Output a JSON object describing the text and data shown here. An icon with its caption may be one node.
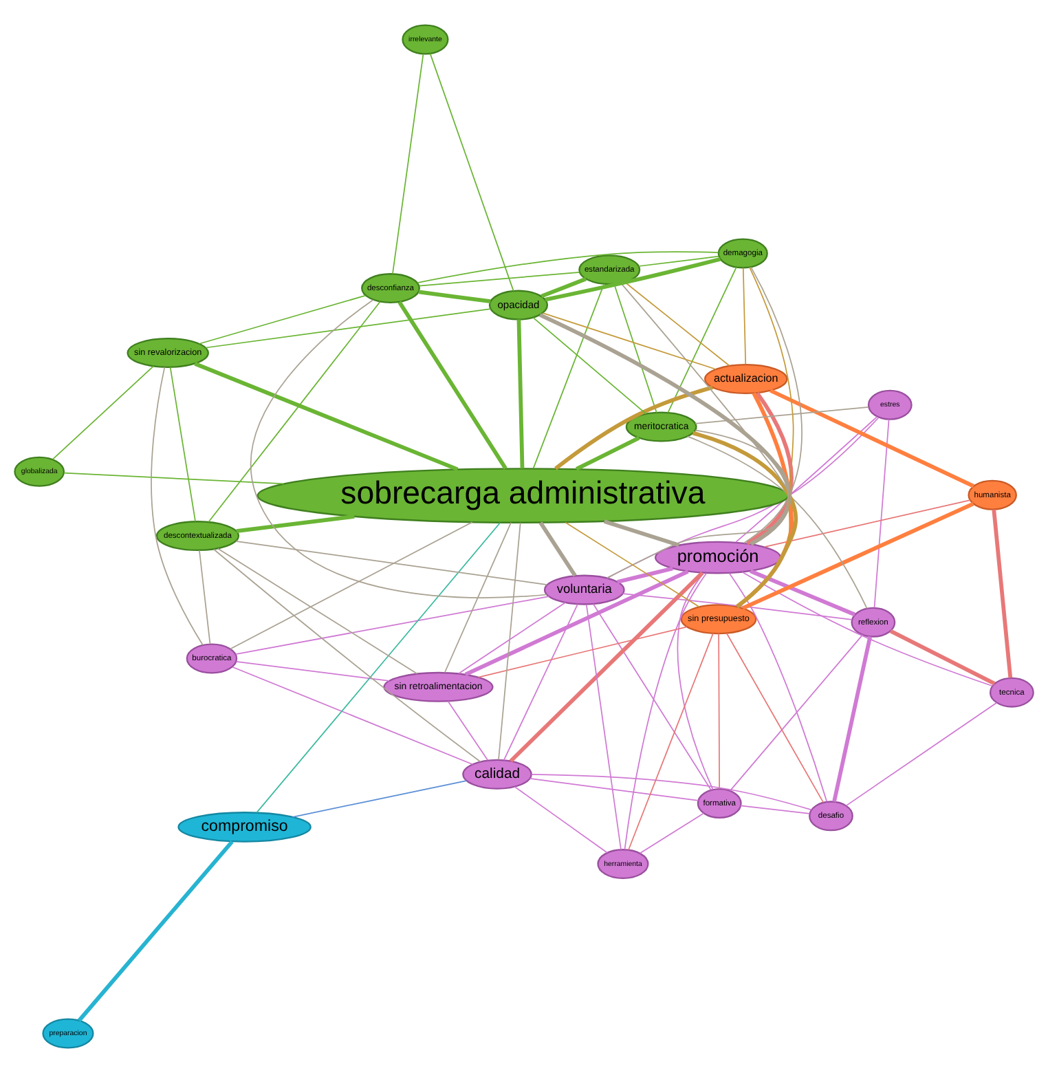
{
  "diagram": {
    "nodes": [
      {
        "text": [
          "formativa"
        ]
      },
      {
        "text": [
          "reflexion"
        ]
      },
      {
        "text": [
          "calidad"
        ]
      },
      {
        "text": [
          "herramienta"
        ]
      },
      {
        "text": [
          "desafio"
        ]
      },
      {
        "text": [
          "estres"
        ]
      },
      {
        "text": [
          "burocratica"
        ]
      },
      {
        "text": [
          "tecnica"
        ]
      },
      {
        "text": [
          "voluntaria"
        ]
      },
      {
        "text": [
          "humanista"
        ]
      },
      {
        "text": [
          "preparacion"
        ]
      },
      {
        "text": [
          "sin retroalimentacion"
        ]
      },
      {
        "text": [
          "promoción"
        ]
      },
      {
        "text": [
          "compromiso"
        ]
      },
      {
        "text": [
          "actualizacion"
        ]
      },
      {
        "text": [
          "descontextualizada"
        ]
      },
      {
        "text": [
          "meritocratica"
        ]
      },
      {
        "text": [
          "sin presupuesto"
        ]
      },
      {
        "text": [
          "sobrecarga administrativa"
        ]
      },
      {
        "text": [
          "sin revalorizacion"
        ]
      },
      {
        "text": [
          "estandarizada"
        ]
      },
      {
        "text": [
          "globalizada"
        ]
      },
      {
        "text": [
          "opacidad"
        ]
      },
      {
        "text": [
          "desconfianza"
        ]
      },
      {
        "text": [
          "demagogia"
        ]
      },
      {
        "text": [
          "irrelevante"
        ]
      }
    ],
    "edges": [
      {
        "from": 0,
        "to": 1,
        "arrow": "none"
      },
      {
        "from": 0,
        "to": 2,
        "arrow": "none"
      },
      {
        "from": 0,
        "to": 8,
        "arrow": "none"
      },
      {
        "from": 0,
        "to": 12,
        "arrow": "none"
      },
      {
        "from": 0,
        "to": 4,
        "arrow": "none"
      },
      {
        "from": 0,
        "to": 3,
        "arrow": "none"
      },
      {
        "from": 1,
        "to": 4,
        "arrow": "none",
        "style": "thick"
      },
      {
        "from": 1,
        "to": 12,
        "arrow": "none",
        "style": "thick"
      },
      {
        "from": 1,
        "to": 8,
        "arrow": "none"
      },
      {
        "from": 1,
        "to": 5,
        "arrow": "none"
      },
      {
        "from": 2,
        "to": 6,
        "arrow": "none"
      },
      {
        "from": 2,
        "to": 11,
        "arrow": "none"
      },
      {
        "from": 2,
        "to": 8,
        "arrow": "none"
      },
      {
        "from": 2,
        "to": 3,
        "arrow": "none"
      },
      {
        "from": 2,
        "to": 4,
        "arrow": "none"
      },
      {
        "from": 3,
        "to": 12,
        "arrow": "none"
      },
      {
        "from": 3,
        "to": 8,
        "arrow": "none"
      },
      {
        "from": 4,
        "to": 12,
        "arrow": "none"
      },
      {
        "from": 4,
        "to": 7,
        "arrow": "none"
      },
      {
        "from": 5,
        "to": 12,
        "arrow": "none"
      },
      {
        "from": 5,
        "to": 8,
        "arrow": "none"
      },
      {
        "from": 6,
        "to": 11,
        "arrow": "none"
      },
      {
        "from": 6,
        "to": 8,
        "arrow": "none"
      },
      {
        "from": 8,
        "to": 12,
        "arrow": "none",
        "style": "thick"
      },
      {
        "from": 7,
        "to": 12,
        "arrow": "none"
      },
      {
        "from": 11,
        "to": 12,
        "arrow": "none",
        "style": "thick"
      },
      {
        "from": 11,
        "to": 8,
        "arrow": "none"
      },
      {
        "from": 2,
        "to": 12,
        "arrow": "none",
        "style": "thick",
        "color": "#e87878"
      },
      {
        "from": 1,
        "to": 7,
        "arrow": "none",
        "style": "thick",
        "color": "#e87878"
      },
      {
        "from": 7,
        "to": 9,
        "arrow": "none",
        "style": "thick",
        "color": "#e87878"
      },
      {
        "from": 12,
        "to": 14,
        "arrow": "none",
        "style": "thick",
        "color": "#e87878"
      },
      {
        "from": 12,
        "to": 9,
        "arrow": "none",
        "color": "#e87878"
      },
      {
        "from": 0,
        "to": 17,
        "arrow": "none",
        "color": "#e87878"
      },
      {
        "from": 3,
        "to": 17,
        "arrow": "none",
        "color": "#e87878"
      },
      {
        "from": 11,
        "to": 17,
        "arrow": "none",
        "color": "#e87878"
      },
      {
        "from": 4,
        "to": 17,
        "arrow": "none",
        "color": "#e87878"
      },
      {
        "from": 9,
        "to": 14,
        "arrow": "none",
        "style": "thick",
        "color": "#ff7f3f"
      },
      {
        "from": 9,
        "to": 17,
        "arrow": "none",
        "style": "thick",
        "color": "#ff7f3f"
      },
      {
        "from": 14,
        "to": 17,
        "arrow": "none",
        "style": "thick",
        "color": "#ff7f3f"
      },
      {
        "from": 18,
        "to": 14,
        "arrow": "none",
        "style": "thick",
        "color": "#c49a3a"
      },
      {
        "from": 16,
        "to": 17,
        "arrow": "none",
        "style": "thick",
        "color": "#c49a3a"
      },
      {
        "from": 18,
        "to": 17,
        "arrow": "none",
        "color": "#c49a3a"
      },
      {
        "from": 22,
        "to": 14,
        "arrow": "none",
        "color": "#c49a3a"
      },
      {
        "from": 24,
        "to": 14,
        "arrow": "none",
        "color": "#c49a3a"
      },
      {
        "from": 24,
        "to": 17,
        "arrow": "none",
        "color": "#c49a3a"
      },
      {
        "from": 20,
        "to": 14,
        "arrow": "none",
        "color": "#c49a3a"
      },
      {
        "from": 18,
        "to": 8,
        "arrow": "none",
        "style": "thick",
        "color": "#aaa292"
      },
      {
        "from": 18,
        "to": 12,
        "arrow": "none",
        "style": "thick",
        "color": "#aaa292"
      },
      {
        "from": 18,
        "to": 2,
        "arrow": "none",
        "color": "#aaa292"
      },
      {
        "from": 18,
        "to": 6,
        "arrow": "none",
        "color": "#aaa292"
      },
      {
        "from": 18,
        "to": 11,
        "arrow": "none",
        "color": "#aaa292"
      },
      {
        "from": 15,
        "to": 2,
        "arrow": "none",
        "color": "#aaa292"
      },
      {
        "from": 15,
        "to": 6,
        "arrow": "none",
        "color": "#aaa292"
      },
      {
        "from": 15,
        "to": 11,
        "arrow": "none",
        "color": "#aaa292"
      },
      {
        "from": 15,
        "to": 8,
        "arrow": "none",
        "color": "#aaa292"
      },
      {
        "from": 19,
        "to": 6,
        "arrow": "none",
        "color": "#aaa292"
      },
      {
        "from": 22,
        "to": 12,
        "arrow": "none",
        "style": "thick",
        "color": "#aaa292"
      },
      {
        "from": 16,
        "to": 8,
        "arrow": "none",
        "color": "#aaa292"
      },
      {
        "from": 20,
        "to": 12,
        "arrow": "none",
        "color": "#aaa292"
      },
      {
        "from": 23,
        "to": 8,
        "arrow": "none",
        "color": "#aaa292"
      },
      {
        "from": 24,
        "to": 12,
        "arrow": "none",
        "color": "#aaa292"
      },
      {
        "from": 16,
        "to": 5,
        "arrow": "none",
        "color": "#aaa292"
      },
      {
        "from": 16,
        "to": 1,
        "arrow": "none",
        "color": "#aaa292"
      },
      {
        "from": 13,
        "to": 2,
        "arrow": "none",
        "color": "#5b8fd6"
      },
      {
        "from": 10,
        "to": 13,
        "arrow": "none",
        "style": "thick",
        "color": "#27b3d1"
      },
      {
        "from": 13,
        "to": 18,
        "arrow": "none",
        "color": "#3bbaa0"
      },
      {
        "from": 18,
        "to": 15,
        "arrow": "none",
        "style": "thick",
        "color": "#6ab534"
      },
      {
        "from": 18,
        "to": 19,
        "arrow": "none",
        "style": "thick",
        "color": "#6ab534"
      },
      {
        "from": 18,
        "to": 22,
        "arrow": "none",
        "style": "thick",
        "color": "#6ab534"
      },
      {
        "from": 18,
        "to": 16,
        "arrow": "none",
        "style": "thick",
        "color": "#6ab534"
      },
      {
        "from": 18,
        "to": 23,
        "arrow": "none",
        "style": "thick",
        "color": "#6ab534"
      },
      {
        "from": 18,
        "to": 20,
        "arrow": "none",
        "color": "#6ab534"
      },
      {
        "from": 18,
        "to": 21,
        "arrow": "none",
        "color": "#6ab534"
      },
      {
        "from": 15,
        "to": 19,
        "arrow": "none",
        "color": "#6ab534"
      },
      {
        "from": 15,
        "to": 23,
        "arrow": "none",
        "color": "#6ab534"
      },
      {
        "from": 19,
        "to": 21,
        "arrow": "none",
        "color": "#6ab534"
      },
      {
        "from": 19,
        "to": 23,
        "arrow": "none",
        "color": "#6ab534"
      },
      {
        "from": 19,
        "to": 22,
        "arrow": "none",
        "color": "#6ab534"
      },
      {
        "from": 23,
        "to": 22,
        "arrow": "none",
        "style": "thick",
        "color": "#6ab534"
      },
      {
        "from": 22,
        "to": 20,
        "arrow": "none",
        "style": "thick",
        "color": "#6ab534"
      },
      {
        "from": 22,
        "to": 16,
        "arrow": "none",
        "color": "#6ab534"
      },
      {
        "from": 22,
        "to": 24,
        "arrow": "none",
        "style": "thick",
        "color": "#6ab534"
      },
      {
        "from": 22,
        "to": 25,
        "arrow": "none",
        "color": "#6ab534"
      },
      {
        "from": 23,
        "to": 25,
        "arrow": "none",
        "color": "#6ab534"
      },
      {
        "from": 23,
        "to": 20,
        "arrow": "none",
        "color": "#6ab534"
      },
      {
        "from": 23,
        "to": 24,
        "arrow": "none",
        "color": "#6ab534"
      },
      {
        "from": 20,
        "to": 24,
        "arrow": "none",
        "color": "#6ab534"
      },
      {
        "from": 16,
        "to": 24,
        "arrow": "none",
        "color": "#6ab534"
      },
      {
        "from": 16,
        "to": 20,
        "arrow": "none",
        "color": "#6ab534"
      }
    ]
  }
}
